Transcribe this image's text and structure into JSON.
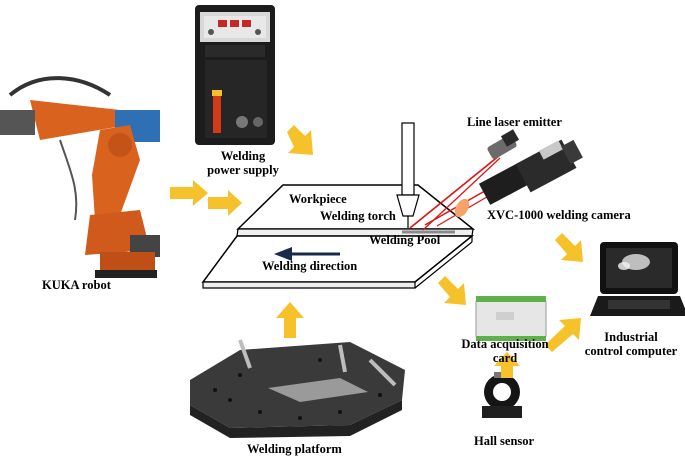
{
  "labels": {
    "kuka_robot": "KUKA robot",
    "power_supply_line1": "Welding",
    "power_supply_line2": "power supply",
    "line_laser": "Line laser emitter",
    "workpiece": "Workpiece",
    "welding_torch": "Welding torch",
    "camera": "XVC-1000 welding camera",
    "welding_pool": "Welding Pool",
    "welding_direction": "Welding direction",
    "daq_line1": "Data acquisition",
    "daq_line2": "card",
    "computer_line1": "Industrial",
    "computer_line2": "control computer",
    "welding_platform": "Welding platform",
    "hall_sensor": "Hall sensor"
  },
  "colors": {
    "arrow": "#f6c22b",
    "robot_orange": "#d9621f",
    "laser": "#e01010",
    "direction_arrow": "#1b2a4a",
    "platform": "#3a3a3a",
    "daq_green": "#5fb04a"
  }
}
